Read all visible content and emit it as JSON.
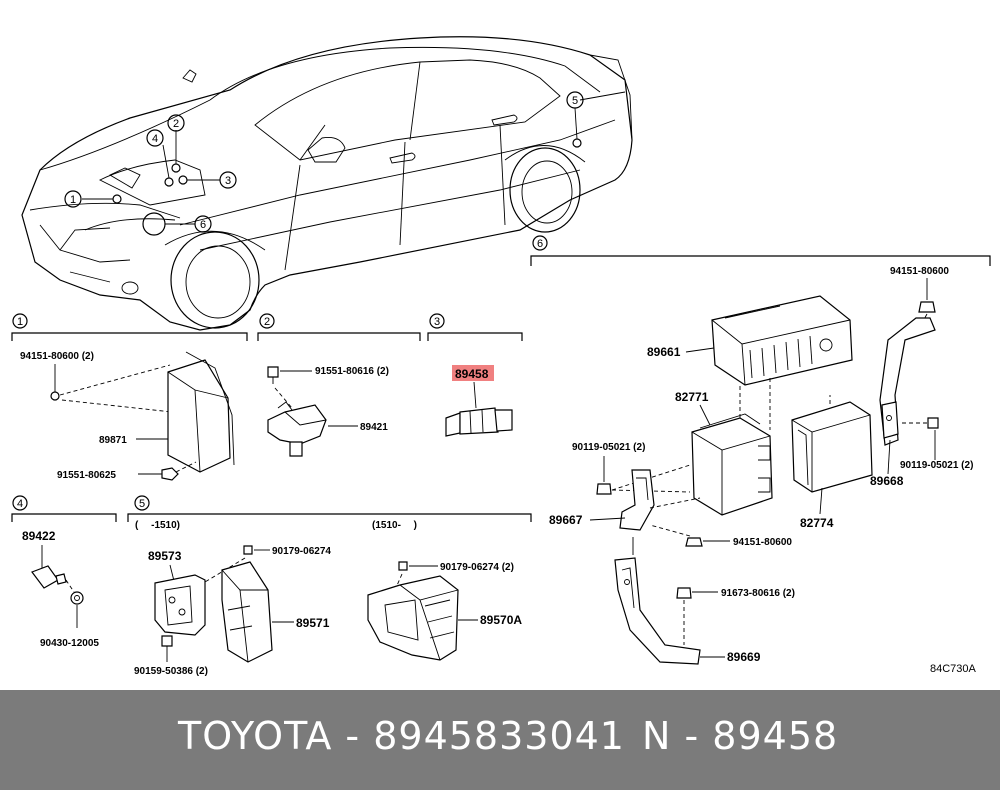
{
  "diagram_code": "84C730A",
  "car": {
    "callouts": [
      "1",
      "2",
      "3",
      "4",
      "5",
      "6"
    ]
  },
  "groups": {
    "g1": {
      "num": "1",
      "parts": [
        "94151-80600 (2)",
        "89871",
        "91551-80625"
      ]
    },
    "g2": {
      "num": "2",
      "parts": [
        "91551-80616 (2)",
        "89421"
      ]
    },
    "g3": {
      "num": "3",
      "parts": [
        "89458"
      ]
    },
    "g4": {
      "num": "4",
      "parts": [
        "89422",
        "90430-12005"
      ]
    },
    "g5": {
      "num": "5",
      "range_left": "(　 -1510)",
      "range_right": "(1510-　 )",
      "parts": [
        "89573",
        "90179-06274",
        "89571",
        "90159-50386 (2)",
        "90179-06274 (2)",
        "89570A"
      ]
    },
    "g6": {
      "num": "6",
      "parts": [
        "94151-80600",
        "89661",
        "82771",
        "90119-05021 (2)",
        "90119-05021 (2)",
        "89668",
        "89667",
        "82774",
        "94151-80600",
        "91673-80616 (2)",
        "89669"
      ]
    }
  },
  "highlight_color": "#f08080",
  "footer": {
    "left": "TOYOTA - 8945833041",
    "right": "N - 89458",
    "background": "#7b7b7b"
  }
}
